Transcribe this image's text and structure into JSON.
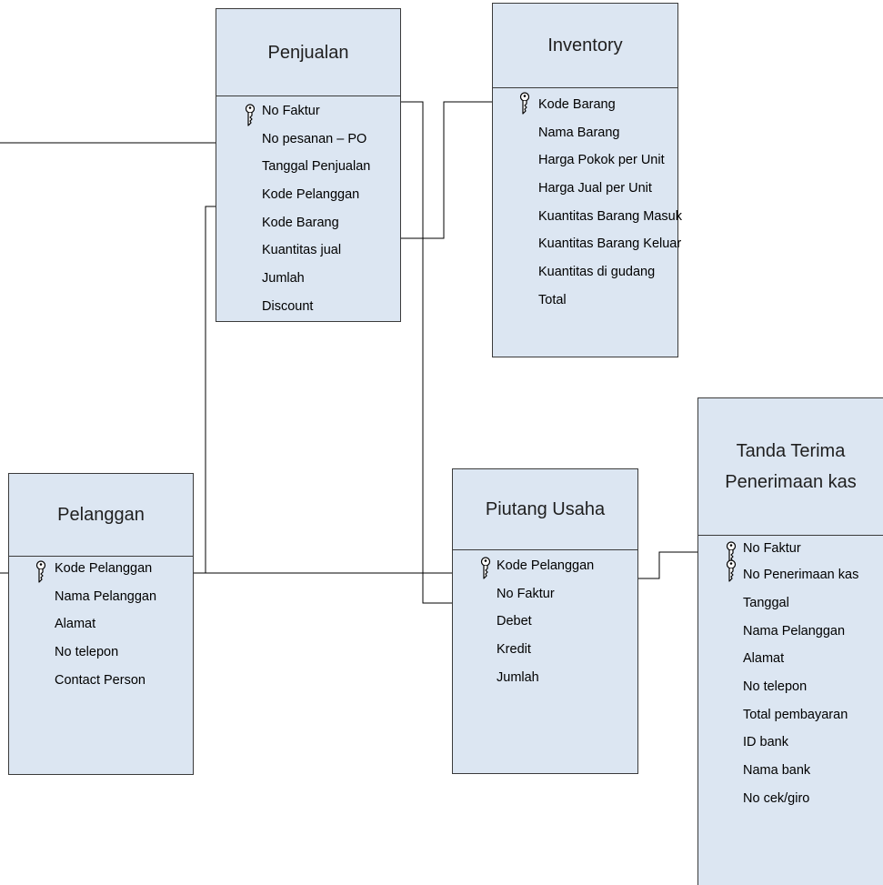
{
  "entities": {
    "penjualan": {
      "title": "Penjualan",
      "attributes": [
        "No Faktur",
        "No pesanan – PO",
        "Tanggal Penjualan",
        "Kode Pelanggan",
        "Kode Barang",
        "Kuantitas jual",
        "Jumlah",
        "Discount"
      ],
      "keys": [
        "No Faktur"
      ]
    },
    "inventory": {
      "title": "Inventory",
      "attributes": [
        "Kode Barang",
        "Nama Barang",
        "Harga Pokok per Unit",
        "Harga Jual per Unit",
        "Kuantitas Barang Masuk",
        "Kuantitas Barang Keluar",
        "Kuantitas di gudang",
        "Total"
      ],
      "keys": [
        "Kode Barang"
      ]
    },
    "pelanggan": {
      "title": "Pelanggan",
      "attributes": [
        "Kode Pelanggan",
        "Nama Pelanggan",
        "Alamat",
        "No telepon",
        "Contact Person"
      ],
      "keys": [
        "Kode Pelanggan"
      ]
    },
    "piutang_usaha": {
      "title": "Piutang Usaha",
      "attributes": [
        "Kode Pelanggan",
        "No Faktur",
        "Debet",
        "Kredit",
        "Jumlah"
      ],
      "keys": [
        "Kode Pelanggan"
      ]
    },
    "tanda_terima": {
      "title": "Tanda Terima\nPenerimaan kas",
      "attributes": [
        "No Faktur",
        "No Penerimaan kas",
        "Tanggal",
        "Nama Pelanggan",
        "Alamat",
        "No telepon",
        "Total pembayaran",
        "ID bank",
        "Nama bank",
        "No cek/giro"
      ],
      "keys": [
        "No Faktur",
        "No Penerimaan kas"
      ]
    }
  },
  "style": {
    "entity_fill": "#dce6f2",
    "border_color": "#3b3b3b",
    "line_color": "#000000"
  }
}
